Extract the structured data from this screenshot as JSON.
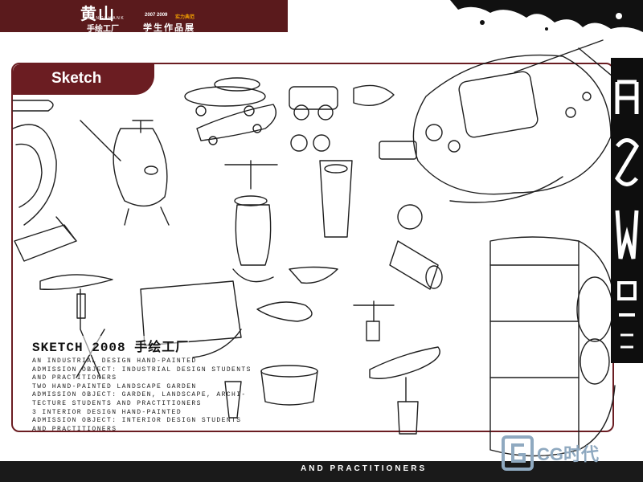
{
  "header": {
    "logo": "黄山",
    "logo_roman": "HUANGSHANK",
    "years": "2007 2009",
    "tagline": "实力典范",
    "subtitle_left": "手绘工厂",
    "subtitle_right": "学生作品展"
  },
  "tab": {
    "label": "Sketch"
  },
  "edition": {
    "title": "SKETCH 2008 手绘工厂"
  },
  "description": {
    "lines": [
      "AN INDUSTRIAL DESIGN HAND-PAINTED",
      "ADMISSION OBJECT: INDUSTRIAL DESIGN STUDENTS",
      "AND PRACTITIONERS",
      "TWO HAND-PAINTED LANDSCAPE GARDEN",
      "ADMISSION OBJECT: GARDEN, LANDSCAPE, ARCHI-",
      "TECTURE STUDENTS AND PRACTITIONERS",
      "3 INTERIOR DESIGN HAND-PAINTED",
      "ADMISSION OBJECT: INTERIOR DESIGN STUDENTS",
      "AND PRACTITIONERS"
    ]
  },
  "bottom": {
    "caption": "AND PRACTITIONERS"
  },
  "watermark": {
    "text": "CG时代"
  },
  "colors": {
    "brand": "#5a1a1c",
    "accent": "#6b1d22",
    "tagline": "#f2a000"
  }
}
